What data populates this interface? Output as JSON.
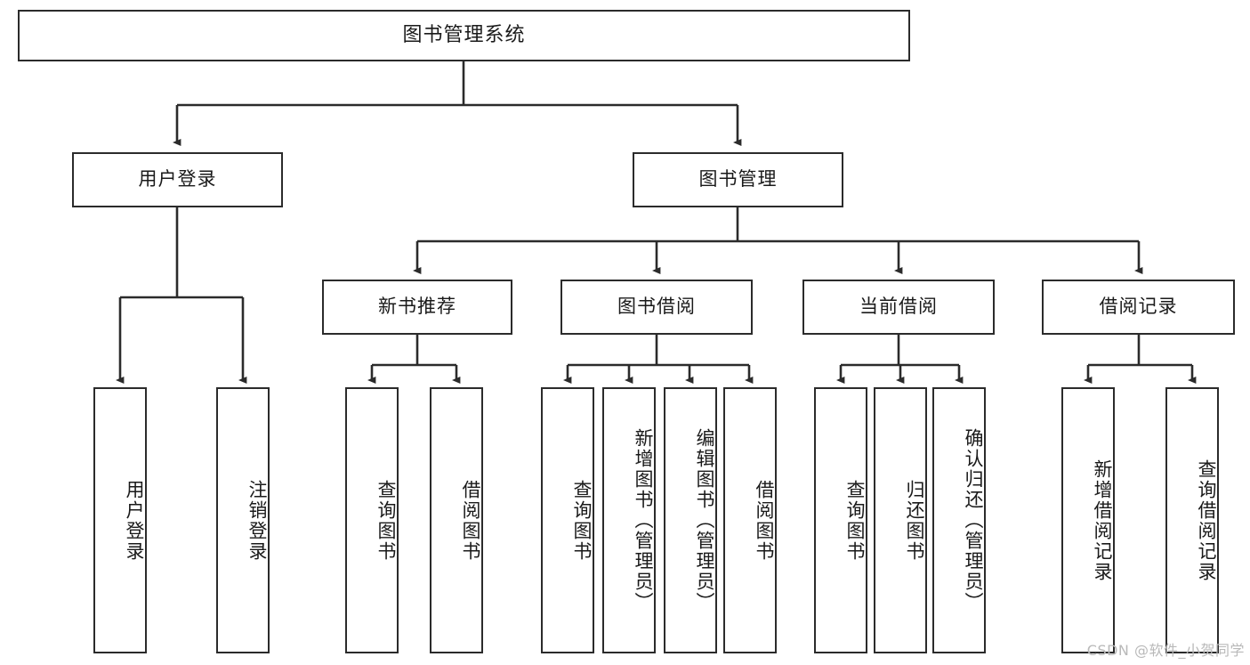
{
  "diagram": {
    "title": "图书管理系统",
    "watermark": "CSDN @软件_小贺同学",
    "colors": {
      "stroke": "#2b2b2b",
      "fill": "#ffffff",
      "text": "#1a1a1a",
      "watermark": "#b9b9b9"
    },
    "nodes": {
      "root": "图书管理系统",
      "user_login": "用户登录",
      "book_manage": "图书管理",
      "new_book_rec": "新书推荐",
      "book_borrow": "图书借阅",
      "current_borrow": "当前借阅",
      "borrow_record": "借阅记录",
      "leaf_user_login": "用户登录",
      "leaf_user_logout": "注销登录",
      "leaf_query_book_1": "查询图书",
      "leaf_borrow_book_1": "借阅图书",
      "leaf_query_book_2": "查询图书",
      "leaf_add_book": "新增图书（管理员）",
      "leaf_edit_book": "编辑图书（管理员）",
      "leaf_borrow_book_2": "借阅图书",
      "leaf_query_book_3": "查询图书",
      "leaf_return_book": "归还图书",
      "leaf_confirm_return": "确认归还（管理员）",
      "leaf_add_record": "新增借阅记录",
      "leaf_query_record": "查询借阅记录"
    }
  }
}
